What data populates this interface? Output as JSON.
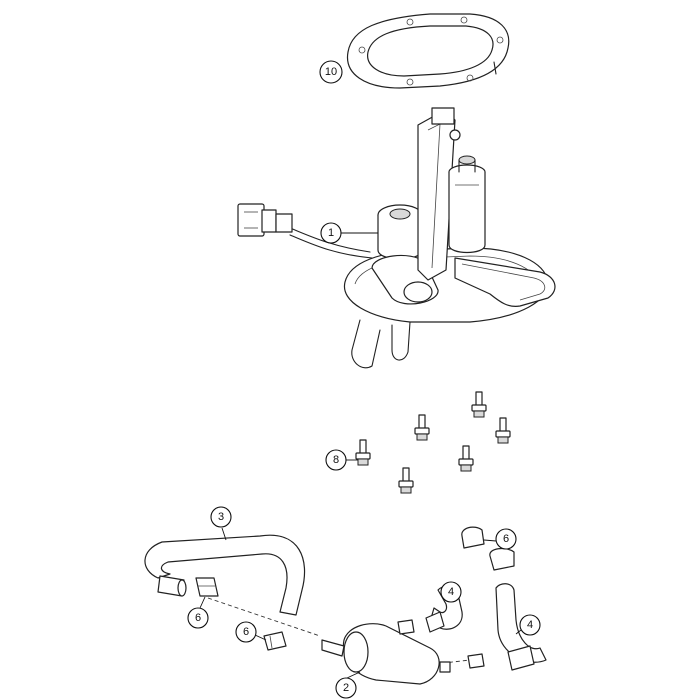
{
  "callouts": {
    "c10": "10",
    "c1": "1",
    "c8": "8",
    "c3": "3",
    "c6a": "6",
    "c6b": "6",
    "c6c": "6",
    "c4a": "4",
    "c4b": "4",
    "c2": "2"
  }
}
